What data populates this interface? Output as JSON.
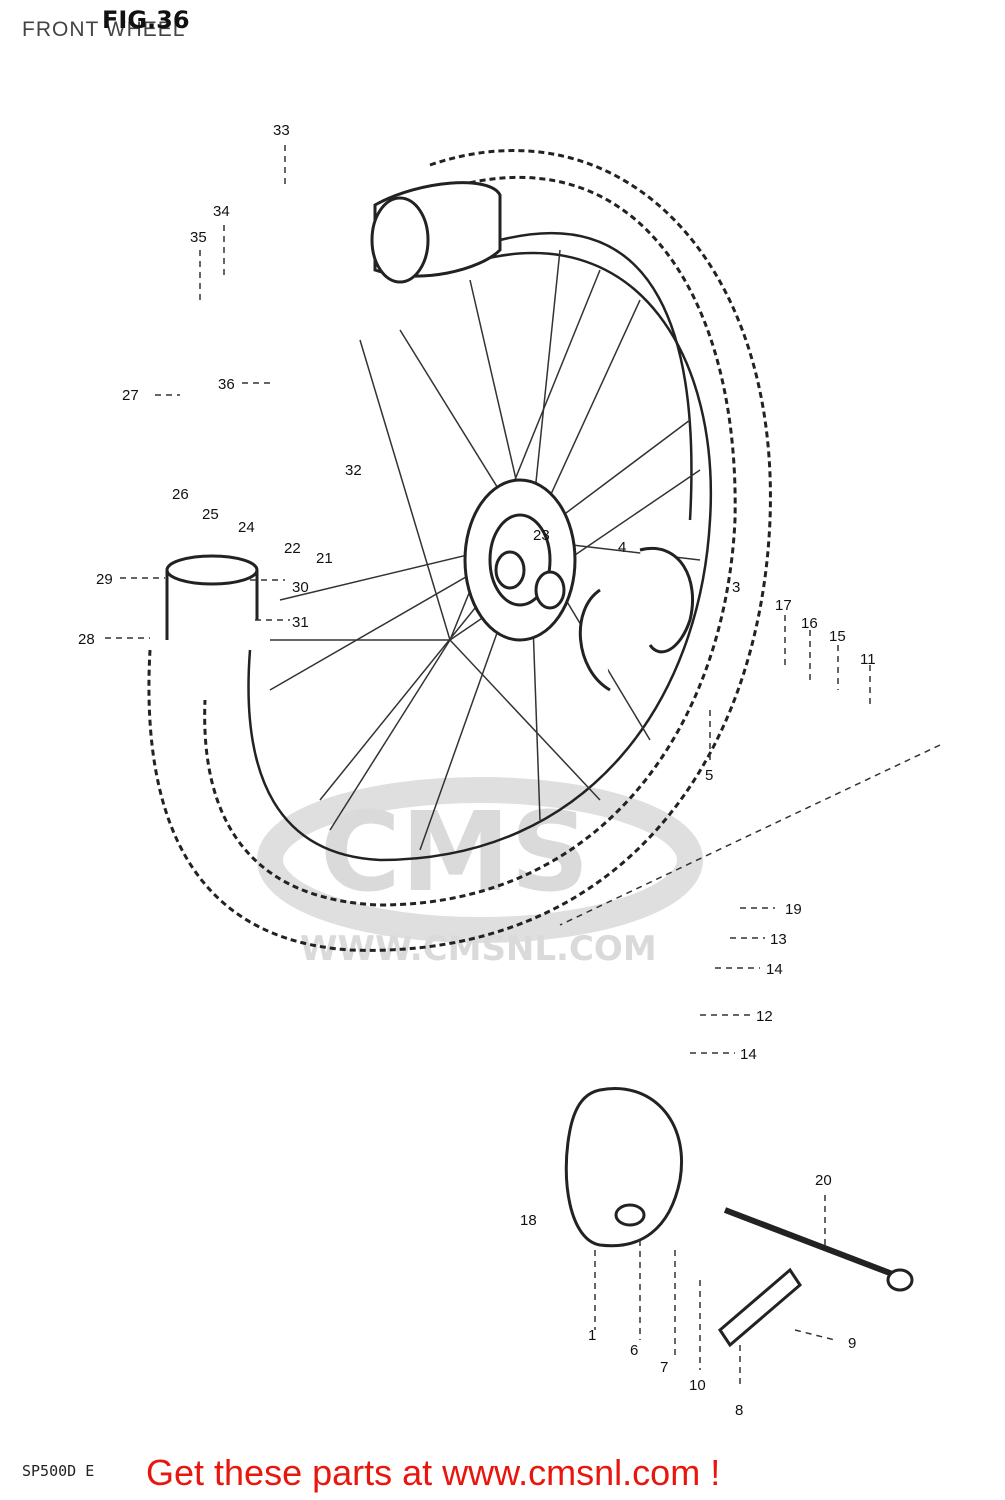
{
  "header": {
    "section_title": "FRONT WHEEL",
    "figure_label": "FIG.36"
  },
  "watermark": {
    "brand": "CMS",
    "url": "WWW.CMSNL.COM"
  },
  "footer": {
    "model_code": "SP500D E",
    "cta_text": "Get these parts at www.cmsnl.com !",
    "cta_color": "#e8160c"
  },
  "callouts": [
    "33",
    "34",
    "35",
    "27",
    "36",
    "26",
    "25",
    "24",
    "22",
    "21",
    "32",
    "23",
    "4",
    "3",
    "29",
    "30",
    "28",
    "31",
    "17",
    "16",
    "15",
    "11",
    "5",
    "19",
    "13",
    "14",
    "12",
    "14",
    "18",
    "6",
    "7",
    "10",
    "8",
    "9",
    "20",
    "1"
  ]
}
